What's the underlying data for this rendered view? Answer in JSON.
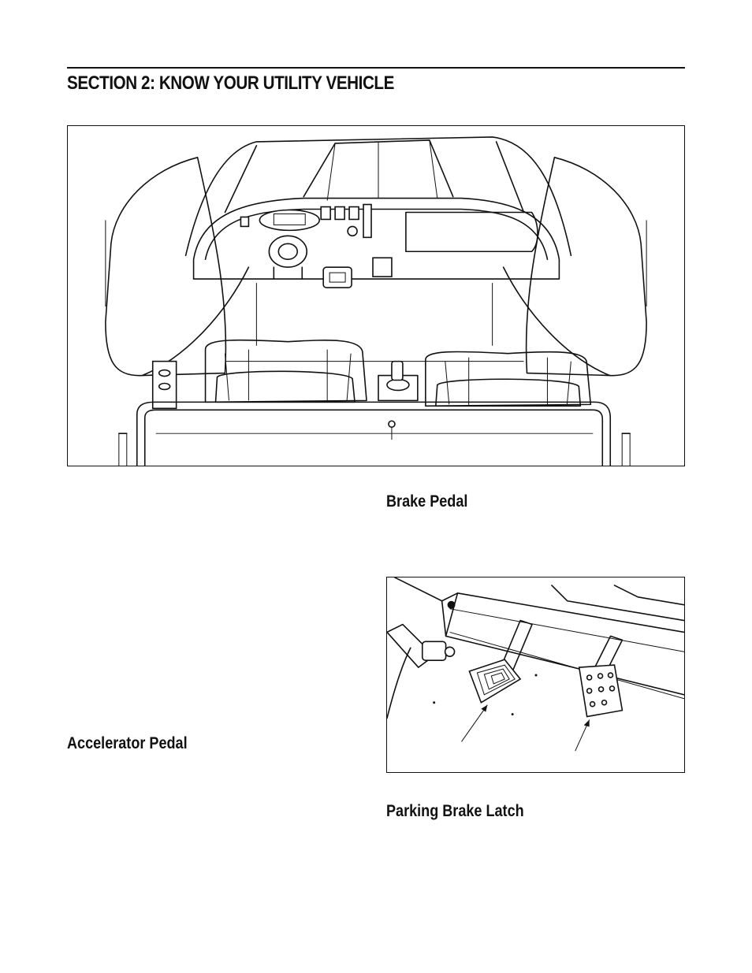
{
  "section": {
    "title": "SECTION 2:  KNOW YOUR UTILITY VEHICLE"
  },
  "headings": {
    "brake_pedal": "Brake Pedal",
    "accelerator_pedal": "Accelerator Pedal",
    "parking_brake_latch": "Parking Brake Latch"
  }
}
